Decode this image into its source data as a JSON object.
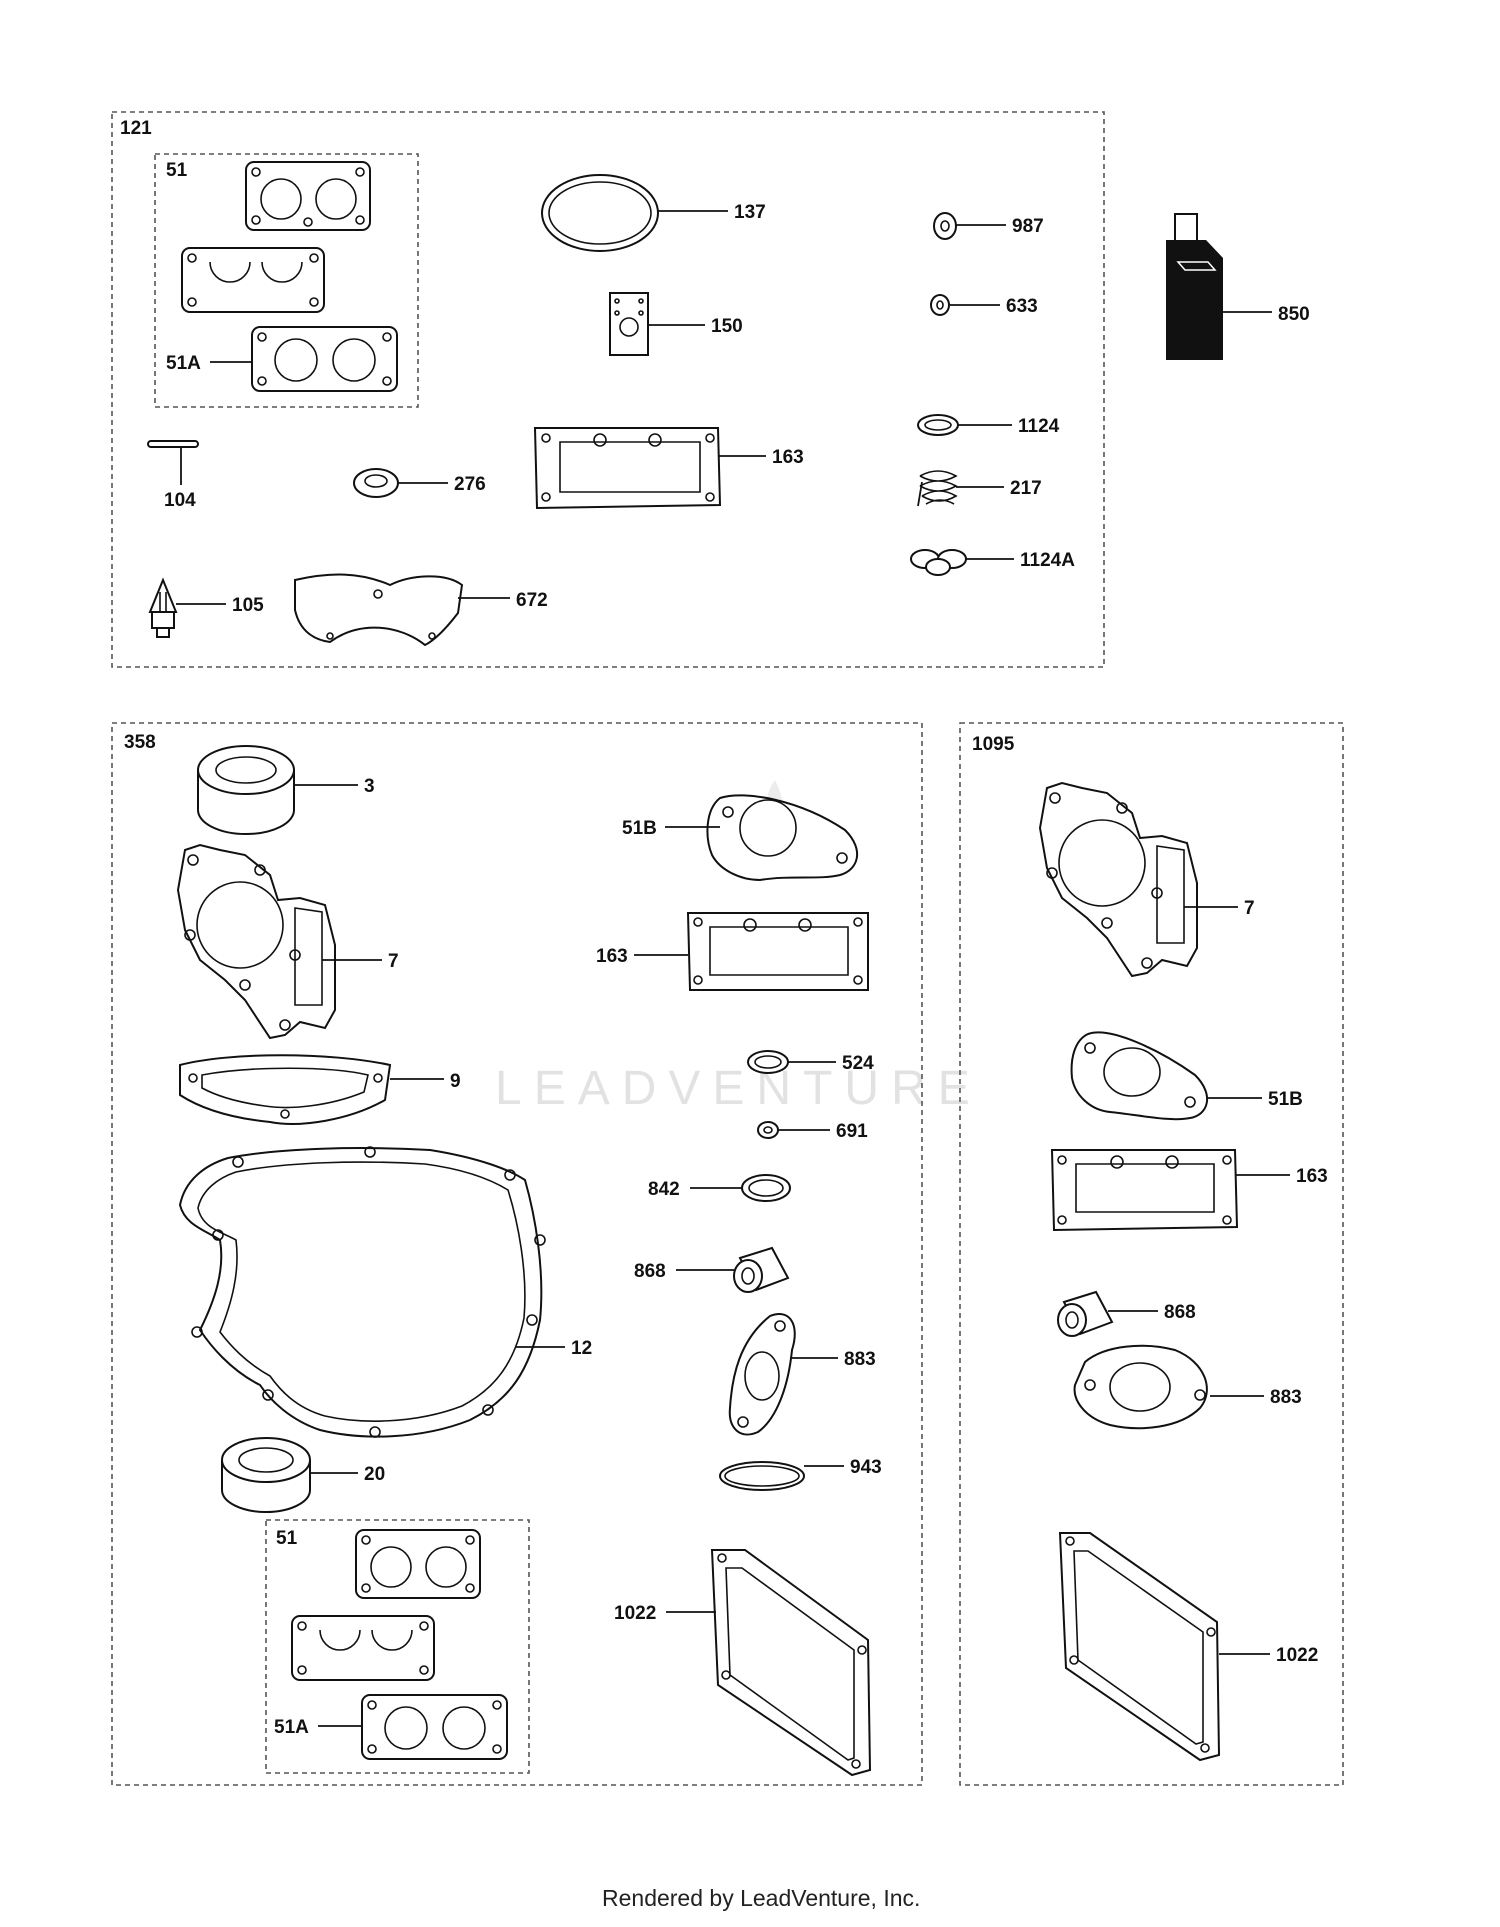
{
  "kits": {
    "top": "121",
    "left": "358",
    "right": "1095",
    "sub51_top": "51",
    "sub51_left": "51"
  },
  "labels": {
    "p51A_top": "51A",
    "p137": "137",
    "p150": "150",
    "p987": "987",
    "p633": "633",
    "p850": "850",
    "p104": "104",
    "p276": "276",
    "p163_top": "163",
    "p1124": "1124",
    "p217": "217",
    "p1124A": "1124A",
    "p105": "105",
    "p672": "672",
    "p3": "3",
    "p7_left": "7",
    "p9": "9",
    "p12": "12",
    "p20": "20",
    "p51A_left": "51A",
    "p51B_left": "51B",
    "p163_left": "163",
    "p524": "524",
    "p691": "691",
    "p842": "842",
    "p868_left": "868",
    "p883_left": "883",
    "p943": "943",
    "p1022_left": "1022",
    "p7_right": "7",
    "p51B_right": "51B",
    "p163_right": "163",
    "p868_right": "868",
    "p883_right": "883",
    "p1022_right": "1022"
  },
  "watermark": "LEADVENTURE",
  "footer": "Rendered by LeadVenture, Inc."
}
